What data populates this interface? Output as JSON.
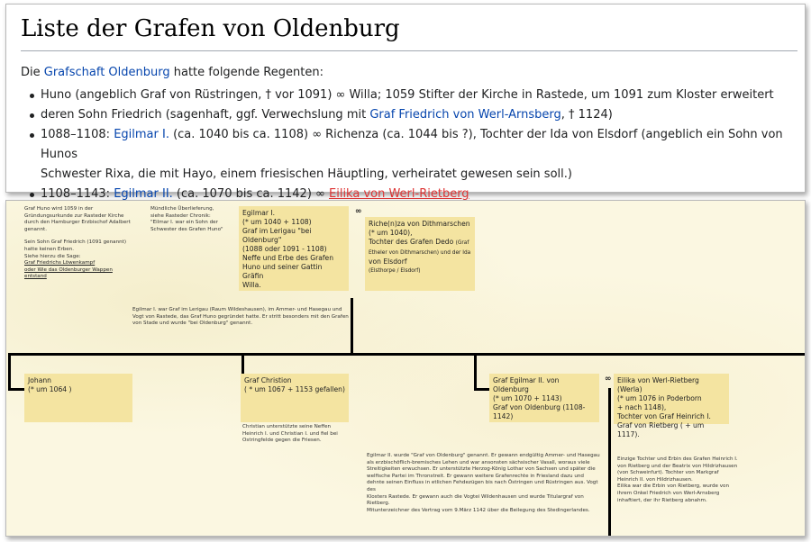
{
  "article": {
    "title": "Liste der Grafen von Oldenburg",
    "intro_pre": "Die ",
    "intro_link": "Grafschaft Oldenburg",
    "intro_post": " hatte folgende Regenten:",
    "items": [
      {
        "text": "Huno (angeblich Graf von Rüstringen, † vor 1091) ∞ Willa; 1059 Stifter der Kirche in Rastede, um 1091 zum Kloster erweitert"
      },
      {
        "pre": "deren Sohn Friedrich (sagenhaft, ggf. Verwechslung mit ",
        "link": "Graf Friedrich von Werl-Arnsberg",
        "post": ", † 1124)"
      },
      {
        "pre": "1088–1108: ",
        "link": "Egilmar I.",
        "post": " (ca. 1040 bis ca. 1108) ∞ Richenza (ca. 1044 bis ?), Tochter der Ida von Elsdorf (angeblich ein Sohn von Hunos",
        "line2": "Schwester Rixa, die mit Hayo, einem friesischen Häuptling, verheiratet gewesen sein soll.)"
      },
      {
        "pre": "1108–1143: ",
        "link": "Egilmar II.",
        "post": " (ca. 1070 bis ca. 1142) ∞ ",
        "redlink": "Eilika von Werl-Rietberg"
      }
    ]
  },
  "tree": {
    "note_huno": [
      "Graf Huno wird 1059 in der",
      "Gründungsurkunde zur Rasteder Kirche",
      "durch den Hamburger Erzbischof Adalbert",
      "genannt.",
      "",
      "Sein Sohn Graf Friedrich (1091 genannt)",
      "hatte keinen Erben.",
      "Siehe hierzu die Sage:"
    ],
    "note_huno_link1": "Graf Friedrichs Löwenkampf",
    "note_huno_link2": "oder   Wie das Oldenburger Wappen",
    "note_huno_link3": "entstand",
    "note_chronik": [
      "Mündliche Überlieferung,",
      "siehe Rasteder Chronik:",
      "\"Eilmar I. war ein Sohn der",
      "Schwester des Grafen Huno\""
    ],
    "egilmar1": [
      "Egilmar I.",
      "(* um 1040 + 1108)",
      "Graf im Lerigau \"bei Oldenburg\"",
      "(1088 oder 1091 - 1108)",
      "Neffe und Erbe des Grafen",
      "Huno und seiner Gattin Gräfin",
      "Willa."
    ],
    "richenza": [
      "Riche(n)za von Dithmarschen",
      "(* um 1040),",
      "Tochter des Grafen Dedo"
    ],
    "richenza_small1": "(Graf",
    "richenza_line": "Etheler von Dithmarschen) und der Ida",
    "richenza_line2": "von Elsdorf",
    "richenza_small2": "(Elsthorpe / Elsdorf)",
    "marriage_symbol": "∞",
    "note_egilmar1": [
      "Egilmar I. war Graf im Lerigau (Raum Wildeshausen), im Ammer- und Hasegau und",
      "Vogt von Rastede, das Graf Huno gegründet hatte. Er stritt besonders mit den Grafen",
      "von Stade und wurde \"bei Oldenburg\" genannt."
    ],
    "johann": [
      "Johann",
      "(* um 1064 )"
    ],
    "christian": [
      "Graf Christion",
      "( * um 1067  + 1153 gefallen)"
    ],
    "note_christian": [
      "Christian unterstützte seine Neffen",
      "Heinrich I. und Christian I. und fiel bei",
      "Ostringfelde gegen die Friesen."
    ],
    "egilmar2": [
      "Graf Egilmar II. von Oldenburg",
      "(* um 1070 + 1143)",
      "Graf von Oldenburg (1108-1142)"
    ],
    "eilika": [
      "Eilika von Werl-Rietberg (Werla)",
      "(* um 1076 in Poderborn",
      "+ nach 1148),",
      "Tochter von Graf Heinrich I.",
      "Graf von Rietberg ( + um 1117)."
    ],
    "note_egilmar2": [
      "Egilmar II. wurde \"Graf von Oldenburg\" genannt. Er gewann endgültig Ammer- und Hasegau",
      "als erzbischöflich-bremisches Lehen und war ansonsten sächsischer Vasall, woraus viele",
      "Streitigkeiten erwuchsen. Er unterstützte Herzog-König Lothar von Sachsen und später die",
      "welfische Partei im Thronstreit. Er gewann weitere Grafenrechte in Friesland dazu und",
      "dehnte seinen Einfluss in etlichen Fehdezügen bis nach Östringen und Rüstringen aus. Vogt des",
      "Klosters Rastede. Er gewann auch die Vogtei Wildenhausen und wurde Titulargraf von",
      "Rietberg.",
      "Mitunterzeichner des Vertrag vom 9.März 1142 über die Beilegung des Stedingerlandes."
    ],
    "note_eilika": [
      "Einzige Tochter und Erbin des Grafen Heinrich I.",
      "von Rietberg und der Beatrix von Hildrizhausen",
      "(von Schweinfurt). Tochter von Markgraf",
      "Heinrich II. von Hildrizhausen.",
      "Eilika war die Erbin von Rietberg, wurde von",
      "ihrem Onkel Friedrich von Werl-Arnsberg",
      "inhaftiert, der ihr Rietberg abnahm."
    ]
  }
}
